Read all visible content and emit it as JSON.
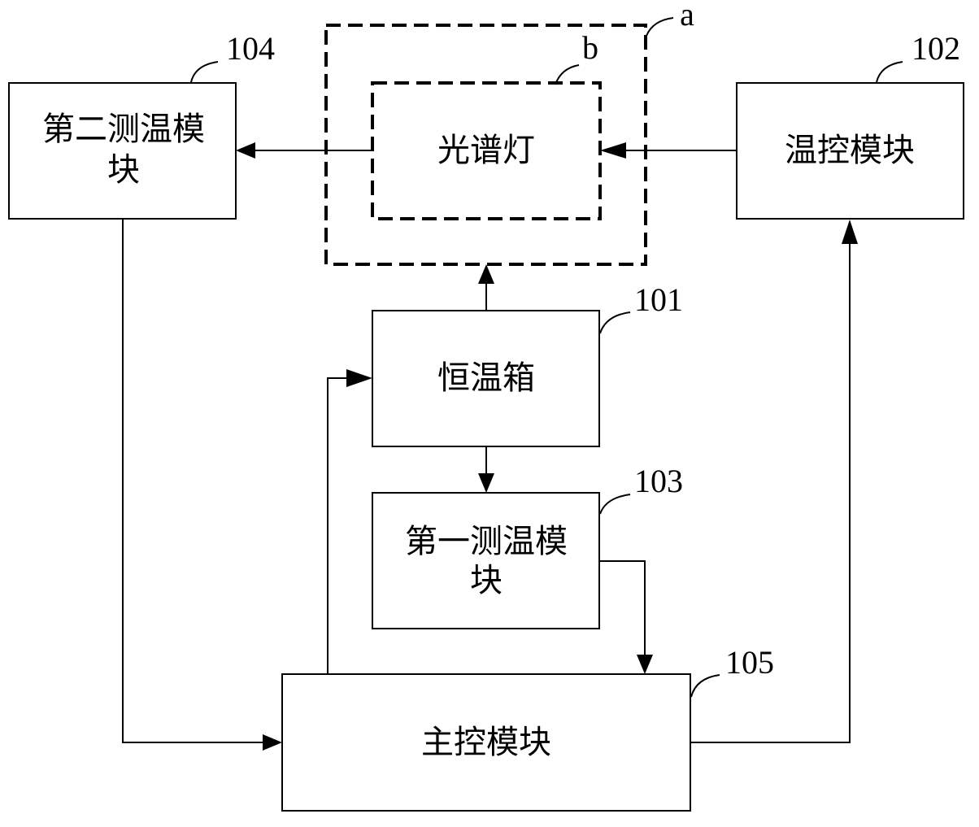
{
  "nodes": {
    "second_temp": {
      "id": "104",
      "label_line1": "第二测温模",
      "label_line2": "块"
    },
    "spectral_lamp": {
      "label": "光谱灯",
      "inner_tag": "b"
    },
    "outer_region": {
      "tag": "a"
    },
    "temp_control": {
      "id": "102",
      "label": "温控模块"
    },
    "incubator": {
      "id": "101",
      "label": "恒温箱"
    },
    "first_temp": {
      "id": "103",
      "label_line1": "第一测温模",
      "label_line2": "块"
    },
    "main_control": {
      "id": "105",
      "label": "主控模块"
    }
  }
}
